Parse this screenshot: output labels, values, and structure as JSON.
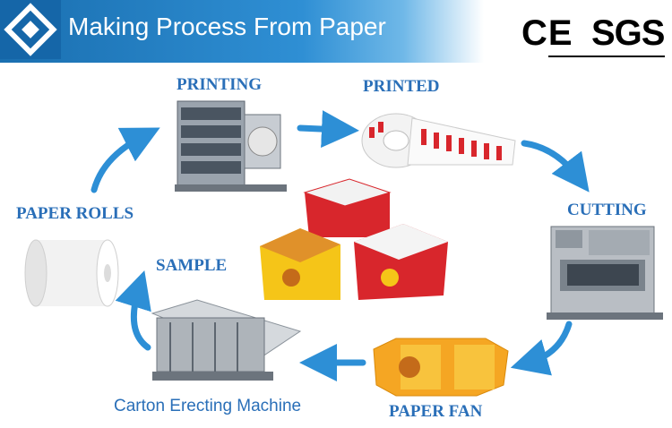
{
  "header": {
    "title": "Making Process From Paper",
    "certifications": [
      "CE",
      "SGS"
    ]
  },
  "steps": {
    "printing": "PRINTING",
    "printed": "PRINTED",
    "cutting": "CUTTING",
    "paper_fan": "PAPER FAN",
    "paper_rolls": "PAPER ROLLS",
    "sample": "SAMPLE"
  },
  "caption": "Carton Erecting Machine",
  "colors": {
    "banner_blue": "#1a6fb0",
    "label_blue": "#2a6fb8",
    "arrow_blue": "#2d8fd6",
    "box_red": "#d8262c",
    "box_yellow": "#f5c518"
  },
  "icons": [
    "logo-icon",
    "printing-machine-icon",
    "printed-roll-icon",
    "cutting-machine-icon",
    "paper-fan-icon",
    "erecting-machine-icon",
    "paper-roll-icon",
    "sample-boxes-icon"
  ]
}
